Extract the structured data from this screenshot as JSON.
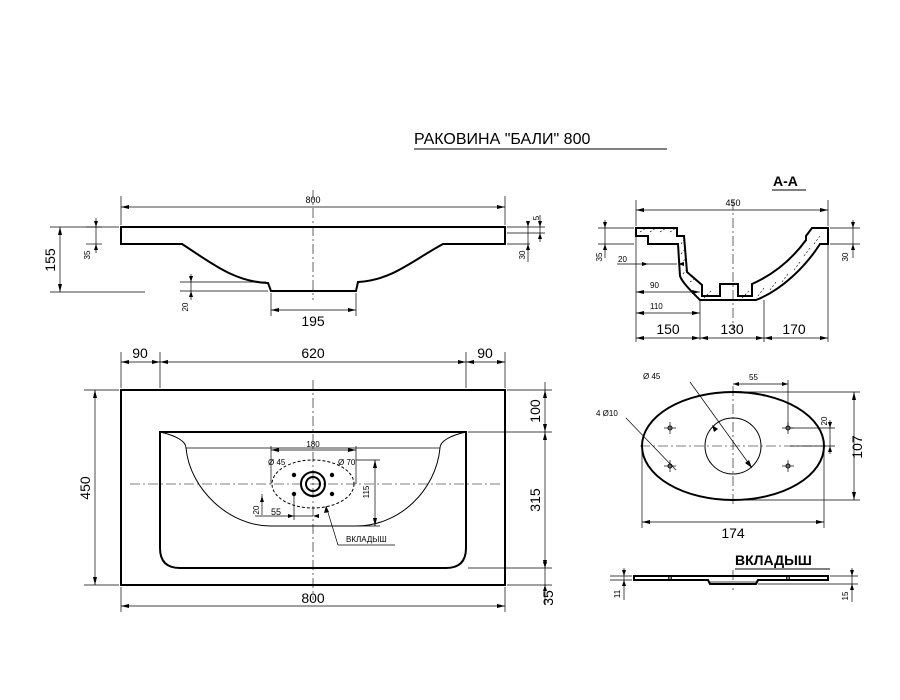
{
  "title": "РАКОВИНА \"БАЛИ\" 800",
  "section_label": "А-А",
  "insert_label": "ВКЛАДЫШ",
  "insert_callout": "ВКЛАДЫШ",
  "front_view": {
    "width": "800",
    "height": "155",
    "top_thickness_left": "35",
    "top_thickness_right": "30",
    "edge": "5",
    "bottom_step": "20",
    "bottom_width": "195"
  },
  "section_view": {
    "width": "450",
    "left_thickness": "35",
    "right_thickness": "30",
    "inner_offset": "20",
    "dim_90": "90",
    "dim_110": "110",
    "seg_150": "150",
    "seg_130": "130",
    "seg_170": "170"
  },
  "plan_view": {
    "top_left": "90",
    "top_mid": "620",
    "top_right": "90",
    "height": "450",
    "width": "800",
    "right_100": "100",
    "right_315": "315",
    "right_35": "35",
    "drain_180": "180",
    "hole_45": "Ø 45",
    "hole_70": "Ø 70",
    "dim_115": "115",
    "dim_20": "20",
    "dim_55": "55"
  },
  "insert_view": {
    "hole_45": "Ø 45",
    "holes_4": "4 Ø10",
    "dim_55": "55",
    "dim_20": "20",
    "height": "107",
    "width": "174",
    "thick_11": "11",
    "thick_15": "15"
  }
}
